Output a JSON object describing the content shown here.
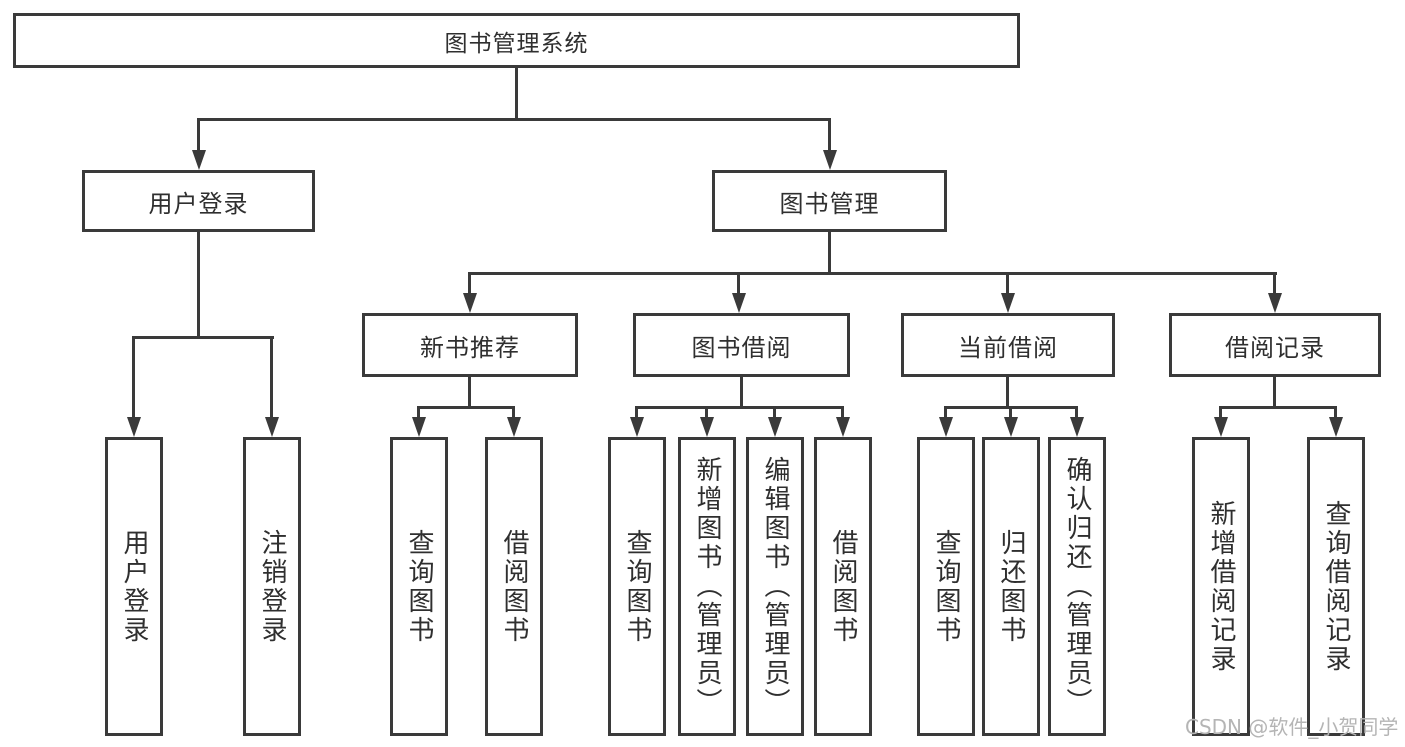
{
  "diagram": {
    "root": {
      "label": "图书管理系统"
    },
    "branches": [
      {
        "label": "用户登录",
        "children": [
          {
            "label": "用户登录"
          },
          {
            "label": "注销登录"
          }
        ]
      },
      {
        "label": "图书管理",
        "children": [
          {
            "label": "新书推荐",
            "children": [
              {
                "label": "查询图书"
              },
              {
                "label": "借阅图书"
              }
            ]
          },
          {
            "label": "图书借阅",
            "children": [
              {
                "label": "查询图书"
              },
              {
                "label": "新增图书（管理员）"
              },
              {
                "label": "编辑图书（管理员）"
              },
              {
                "label": "借阅图书"
              }
            ]
          },
          {
            "label": "当前借阅",
            "children": [
              {
                "label": "查询图书"
              },
              {
                "label": "归还图书"
              },
              {
                "label": "确认归还（管理员）"
              }
            ]
          },
          {
            "label": "借阅记录",
            "children": [
              {
                "label": "新增借阅记录"
              },
              {
                "label": "查询借阅记录"
              }
            ]
          }
        ]
      }
    ]
  },
  "watermark": {
    "text": "CSDN @软件_小贺同学"
  },
  "colors": {
    "line": "#3a3a3a",
    "text": "#2f2f2f",
    "watermark": "#b5b5b5",
    "background": "#ffffff"
  }
}
